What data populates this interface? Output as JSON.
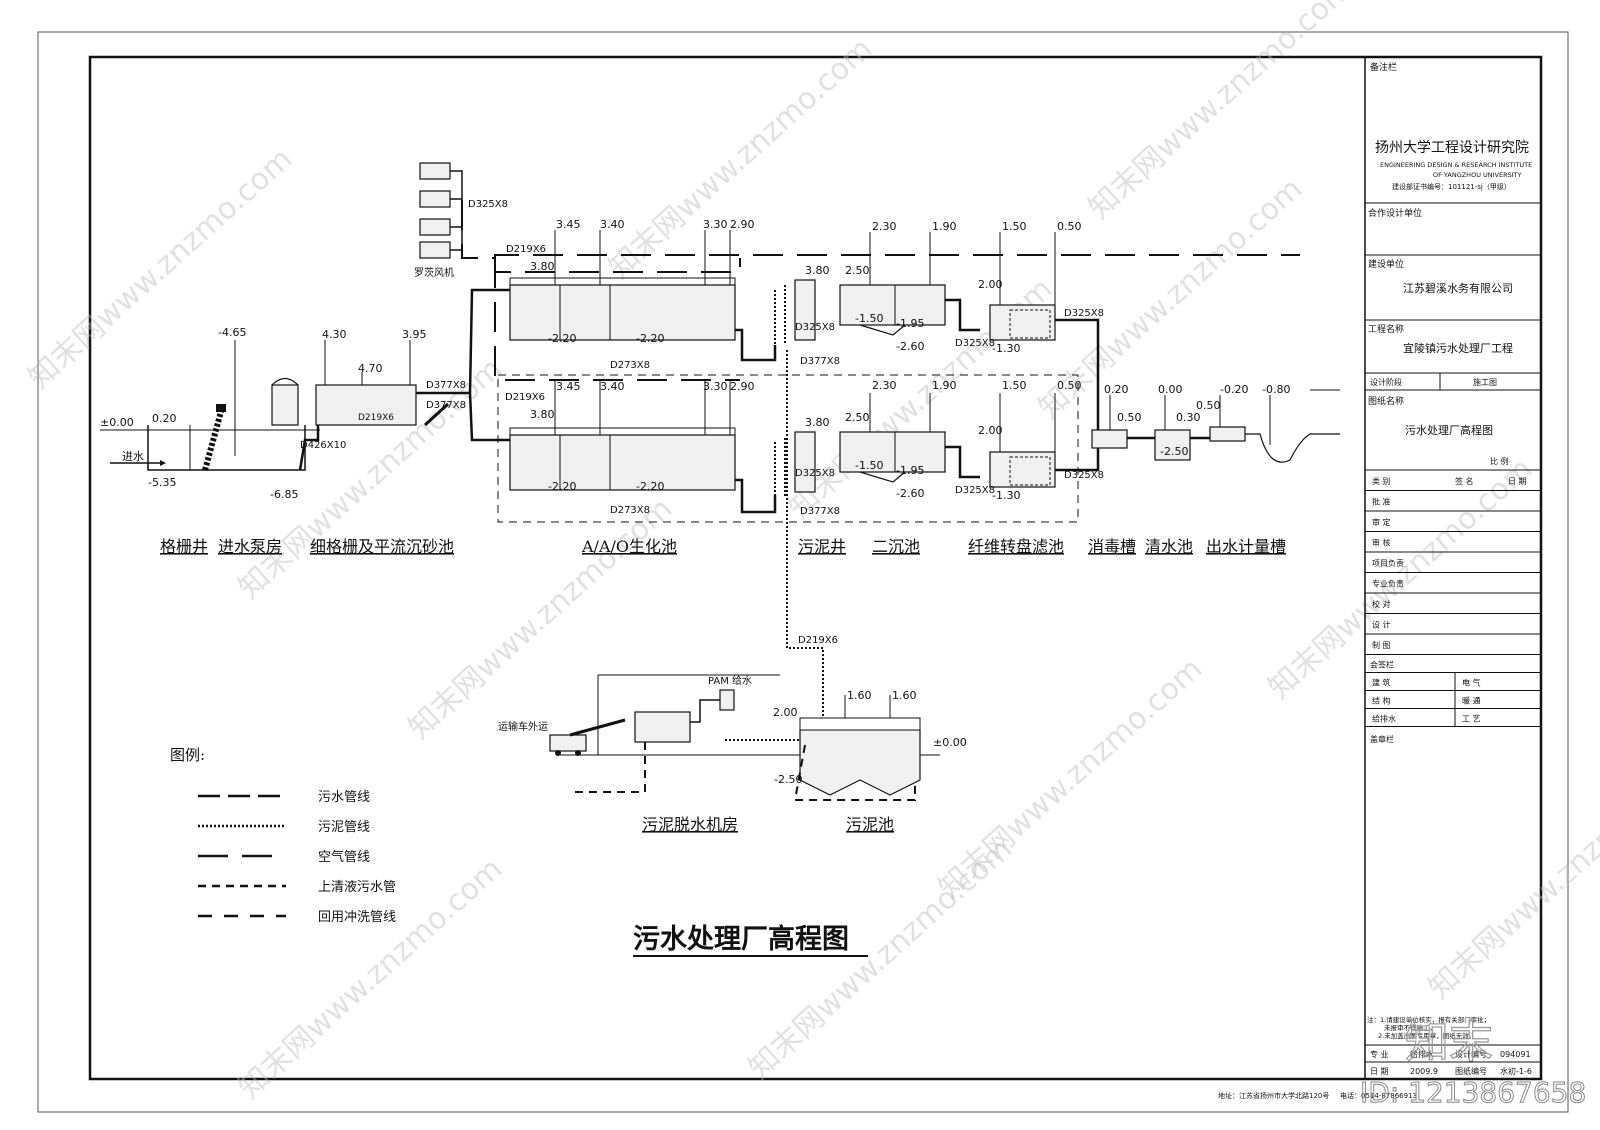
{
  "drawing": {
    "title": "污水处理厂高程图",
    "legend_title": "图例:",
    "legend": [
      {
        "label": "污水管线",
        "dash": "22,8"
      },
      {
        "label": "污泥管线",
        "dash": "2,2"
      },
      {
        "label": "空气管线",
        "dash": "30,14"
      },
      {
        "label": "上清液污水管",
        "dash": "8,6"
      },
      {
        "label": "回用冲洗管线",
        "dash": "14,12"
      }
    ],
    "process_units": [
      "格栅井",
      "进水泵房",
      "细格栅及平流沉砂池",
      "A/A/O生化池",
      "污泥井",
      "二沉池",
      "纤维转盘滤池",
      "消毒槽",
      "清水池",
      "出水计量槽"
    ],
    "sludge_units": [
      "污泥脱水机房",
      "污泥池"
    ],
    "labels": {
      "blower": "罗茨风机",
      "inflow": "进水",
      "truck": "运输车外运",
      "pam": "PAM",
      "water_supply": "给水"
    },
    "elevations": {
      "ground": "±0.00",
      "screen_top": "0.20",
      "screen_bottom": "-5.35",
      "pump_level": "-4.65",
      "pump_bottom": "-6.85",
      "grit_a": "4.30",
      "grit_b": "3.95",
      "grit_c": "4.70",
      "aao": [
        "3.45",
        "3.40",
        "3.30",
        "2.90"
      ],
      "aao_water": "3.80",
      "aao_bottom": "-2.20",
      "sludge_well": "3.80",
      "clarifier_a": "2.30",
      "clarifier_b": "1.90",
      "clarifier_water": "2.50",
      "clarifier_mid": "-1.50",
      "clarifier_low1": "-1.95",
      "clarifier_low2": "-2.60",
      "filter_a": "1.50",
      "filter_b": "0.50",
      "filter_water": "2.00",
      "filter_low": "-1.30",
      "disinfect": "0.20",
      "disinfect_w": "0.50",
      "clear": "0.00",
      "clear_w": "0.30",
      "clear_low": "-2.50",
      "meter_w": "0.50",
      "outlet_a": "-0.20",
      "outlet_b": "-0.80",
      "sludge_tank": [
        "1.60",
        "1.60"
      ],
      "dewater": "2.00",
      "sludge_ground": "±0.00",
      "sludge_low": "-2.50"
    },
    "pipes": {
      "air_main": "D325X8",
      "air_branch": "D219X6",
      "d377a": "D377X8",
      "d377b": "D377X8",
      "d219": "D219X6",
      "d426": "D426X10",
      "d273": "D273X8",
      "d325": "D325X8",
      "d219_sludge": "D219X6"
    }
  },
  "title_block": {
    "remarks": "备注栏",
    "institute_cn": "扬州大学工程设计研究院",
    "institute_en1": "ENGINEERING DESIGN & RESEARCH INSTITUTE",
    "institute_en2": "OF YANGZHOU UNIVERSITY",
    "cert": "建设部证书编号：101121-sj（甲级）",
    "coop_label": "合作设计单位",
    "client_label": "建设单位",
    "client": "江苏碧溪水务有限公司",
    "project_label": "工程名称",
    "project": "宜陵镇污水处理厂工程",
    "stage_label": "设计阶段",
    "stage": "施工图",
    "drawing_label": "图纸名称",
    "drawing_name": "污水处理厂高程图",
    "scale_label": "比 例",
    "sign_header": [
      "类 别",
      "签 名",
      "日 期"
    ],
    "roles": [
      "批 准",
      "审 定",
      "审 核",
      "项目负责",
      "专业负责",
      "校 对",
      "设 计",
      "制 图"
    ],
    "countersign_label": "会签栏",
    "countersign": [
      [
        "建 筑",
        "电 气"
      ],
      [
        "结 构",
        "暖 通"
      ],
      [
        "给排水",
        "工 艺"
      ]
    ],
    "seal_label": "盖章栏",
    "notes": [
      "注：1.请建设单位核实，报有关部门审批；",
      "未报审不得施工。",
      "2.未加盖出图专用章，图纸无效。"
    ],
    "bottom_rows": [
      [
        "专 业",
        "给排水",
        "设计编号",
        "094091"
      ],
      [
        "日 期",
        "2009.9",
        "图纸编号",
        "水初-1-6"
      ]
    ],
    "address": "地址：江苏省扬州市大学北路120号",
    "phone": "电话：0514-87866913"
  },
  "watermark": {
    "text": "知末网www.znzmo.com",
    "logo": "知末",
    "id": "ID: 1213867658"
  }
}
